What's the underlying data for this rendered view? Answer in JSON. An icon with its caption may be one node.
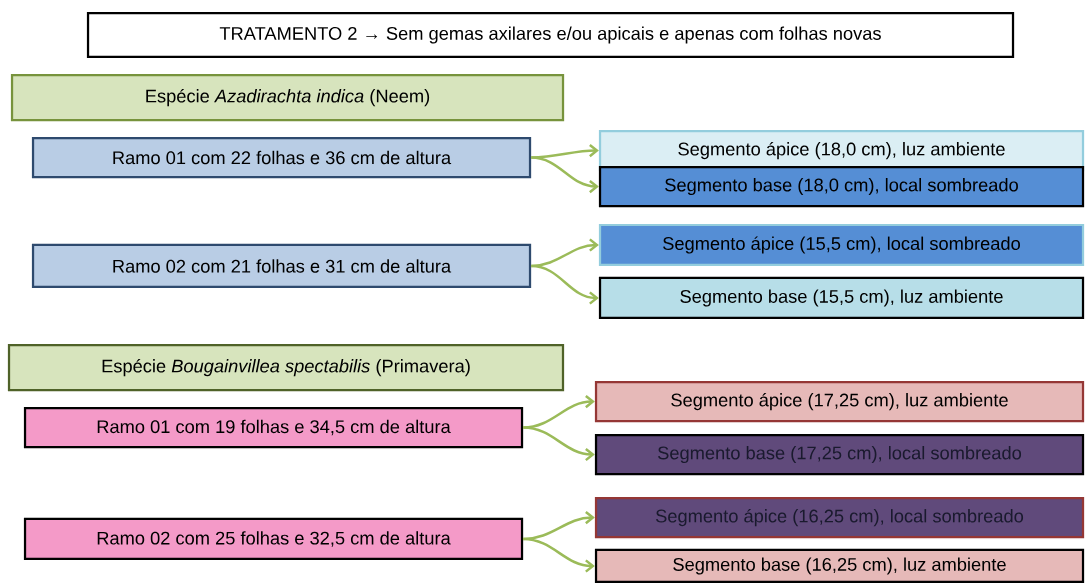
{
  "diagram": {
    "nodes": [
      {
        "text": [
          "TRATAMENTO 2 → Sem gemas axilares e/ou apicais e apenas com folhas novas"
        ]
      },
      {
        "text": [
          "Espécie *Azadirachta indica* (Neem)"
        ]
      },
      {
        "text": [
          "Ramo 01 com 22 folhas e 36 cm de altura"
        ]
      },
      {
        "text": [
          "Segmento ápice (18,0 cm), luz ambiente"
        ]
      },
      {
        "text": [
          "Segmento base (18,0 cm), local sombreado"
        ]
      },
      {
        "text": [
          "Ramo 02 com 21 folhas e 31 cm de altura"
        ]
      },
      {
        "text": [
          "Segmento ápice (15,5 cm), local sombreado"
        ]
      },
      {
        "text": [
          "Segmento base (15,5 cm), luz ambiente"
        ]
      },
      {
        "text": [
          "Espécie *Bougainvillea spectabilis* (Primavera)"
        ]
      },
      {
        "text": [
          "Ramo 01 com 19 folhas e 34,5 cm de altura"
        ]
      },
      {
        "text": [
          "Segmento ápice (17,25 cm), luz ambiente"
        ]
      },
      {
        "text": [
          "Segmento base (17,25 cm), local sombreado"
        ]
      },
      {
        "text": [
          "Ramo 02 com 25 folhas e 32,5 cm de altura"
        ]
      },
      {
        "text": [
          "Segmento ápice (16,25 cm), local sombreado"
        ]
      },
      {
        "text": [
          "Segmento base (16,25 cm), luz ambiente"
        ]
      }
    ],
    "edges": [
      {
        "from": 2,
        "to": 3,
        "arrow": "to"
      },
      {
        "from": 2,
        "to": 4,
        "arrow": "to"
      },
      {
        "from": 5,
        "to": 6,
        "arrow": "to"
      },
      {
        "from": 5,
        "to": 7,
        "arrow": "to"
      },
      {
        "from": 9,
        "to": 10,
        "arrow": "to"
      },
      {
        "from": 9,
        "to": 11,
        "arrow": "to"
      },
      {
        "from": 12,
        "to": 13,
        "arrow": "to"
      },
      {
        "from": 12,
        "to": 14,
        "arrow": "to"
      }
    ]
  }
}
